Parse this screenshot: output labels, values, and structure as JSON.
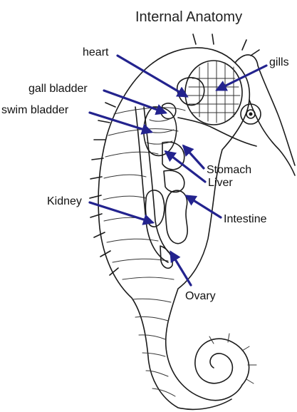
{
  "diagram": {
    "title": "Internal Anatomy",
    "labels": {
      "heart": "heart",
      "gills": "gills",
      "gall_bladder": "gall bladder",
      "swim_bladder": "swim bladder",
      "stomach": "Stomach",
      "liver": "Liver",
      "kidney": "Kidney",
      "intestine": "Intestine",
      "ovary": "Ovary"
    },
    "colors": {
      "pointer": "#23238e",
      "ink": "#1b1b1b"
    }
  }
}
